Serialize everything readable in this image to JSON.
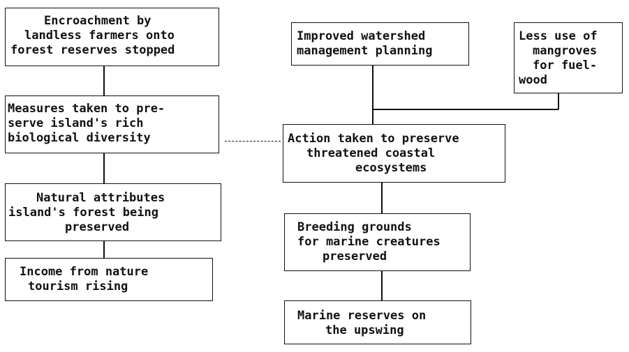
{
  "diagram": {
    "boxes": {
      "encroachment": [
        "Encroachment by",
        "landless farmers onto",
        "forest reserves stopped"
      ],
      "measures": [
        "Measures taken to pre-",
        "serve island's rich",
        "biological diversity"
      ],
      "natural": [
        "Natural attributes",
        "island's forest being",
        "preserved"
      ],
      "income": [
        "Income from nature",
        "tourism rising"
      ],
      "watershed": [
        "Improved watershed",
        "management planning"
      ],
      "mangroves": [
        "Less use of",
        "mangroves",
        "for fuel-",
        "wood"
      ],
      "action": [
        "Action taken to preserve",
        "threatened coastal",
        "ecosystems"
      ],
      "breeding": [
        "Breeding grounds",
        "for marine creatures",
        "preserved"
      ],
      "marine": [
        "Marine reserves on",
        "the upswing"
      ]
    }
  }
}
